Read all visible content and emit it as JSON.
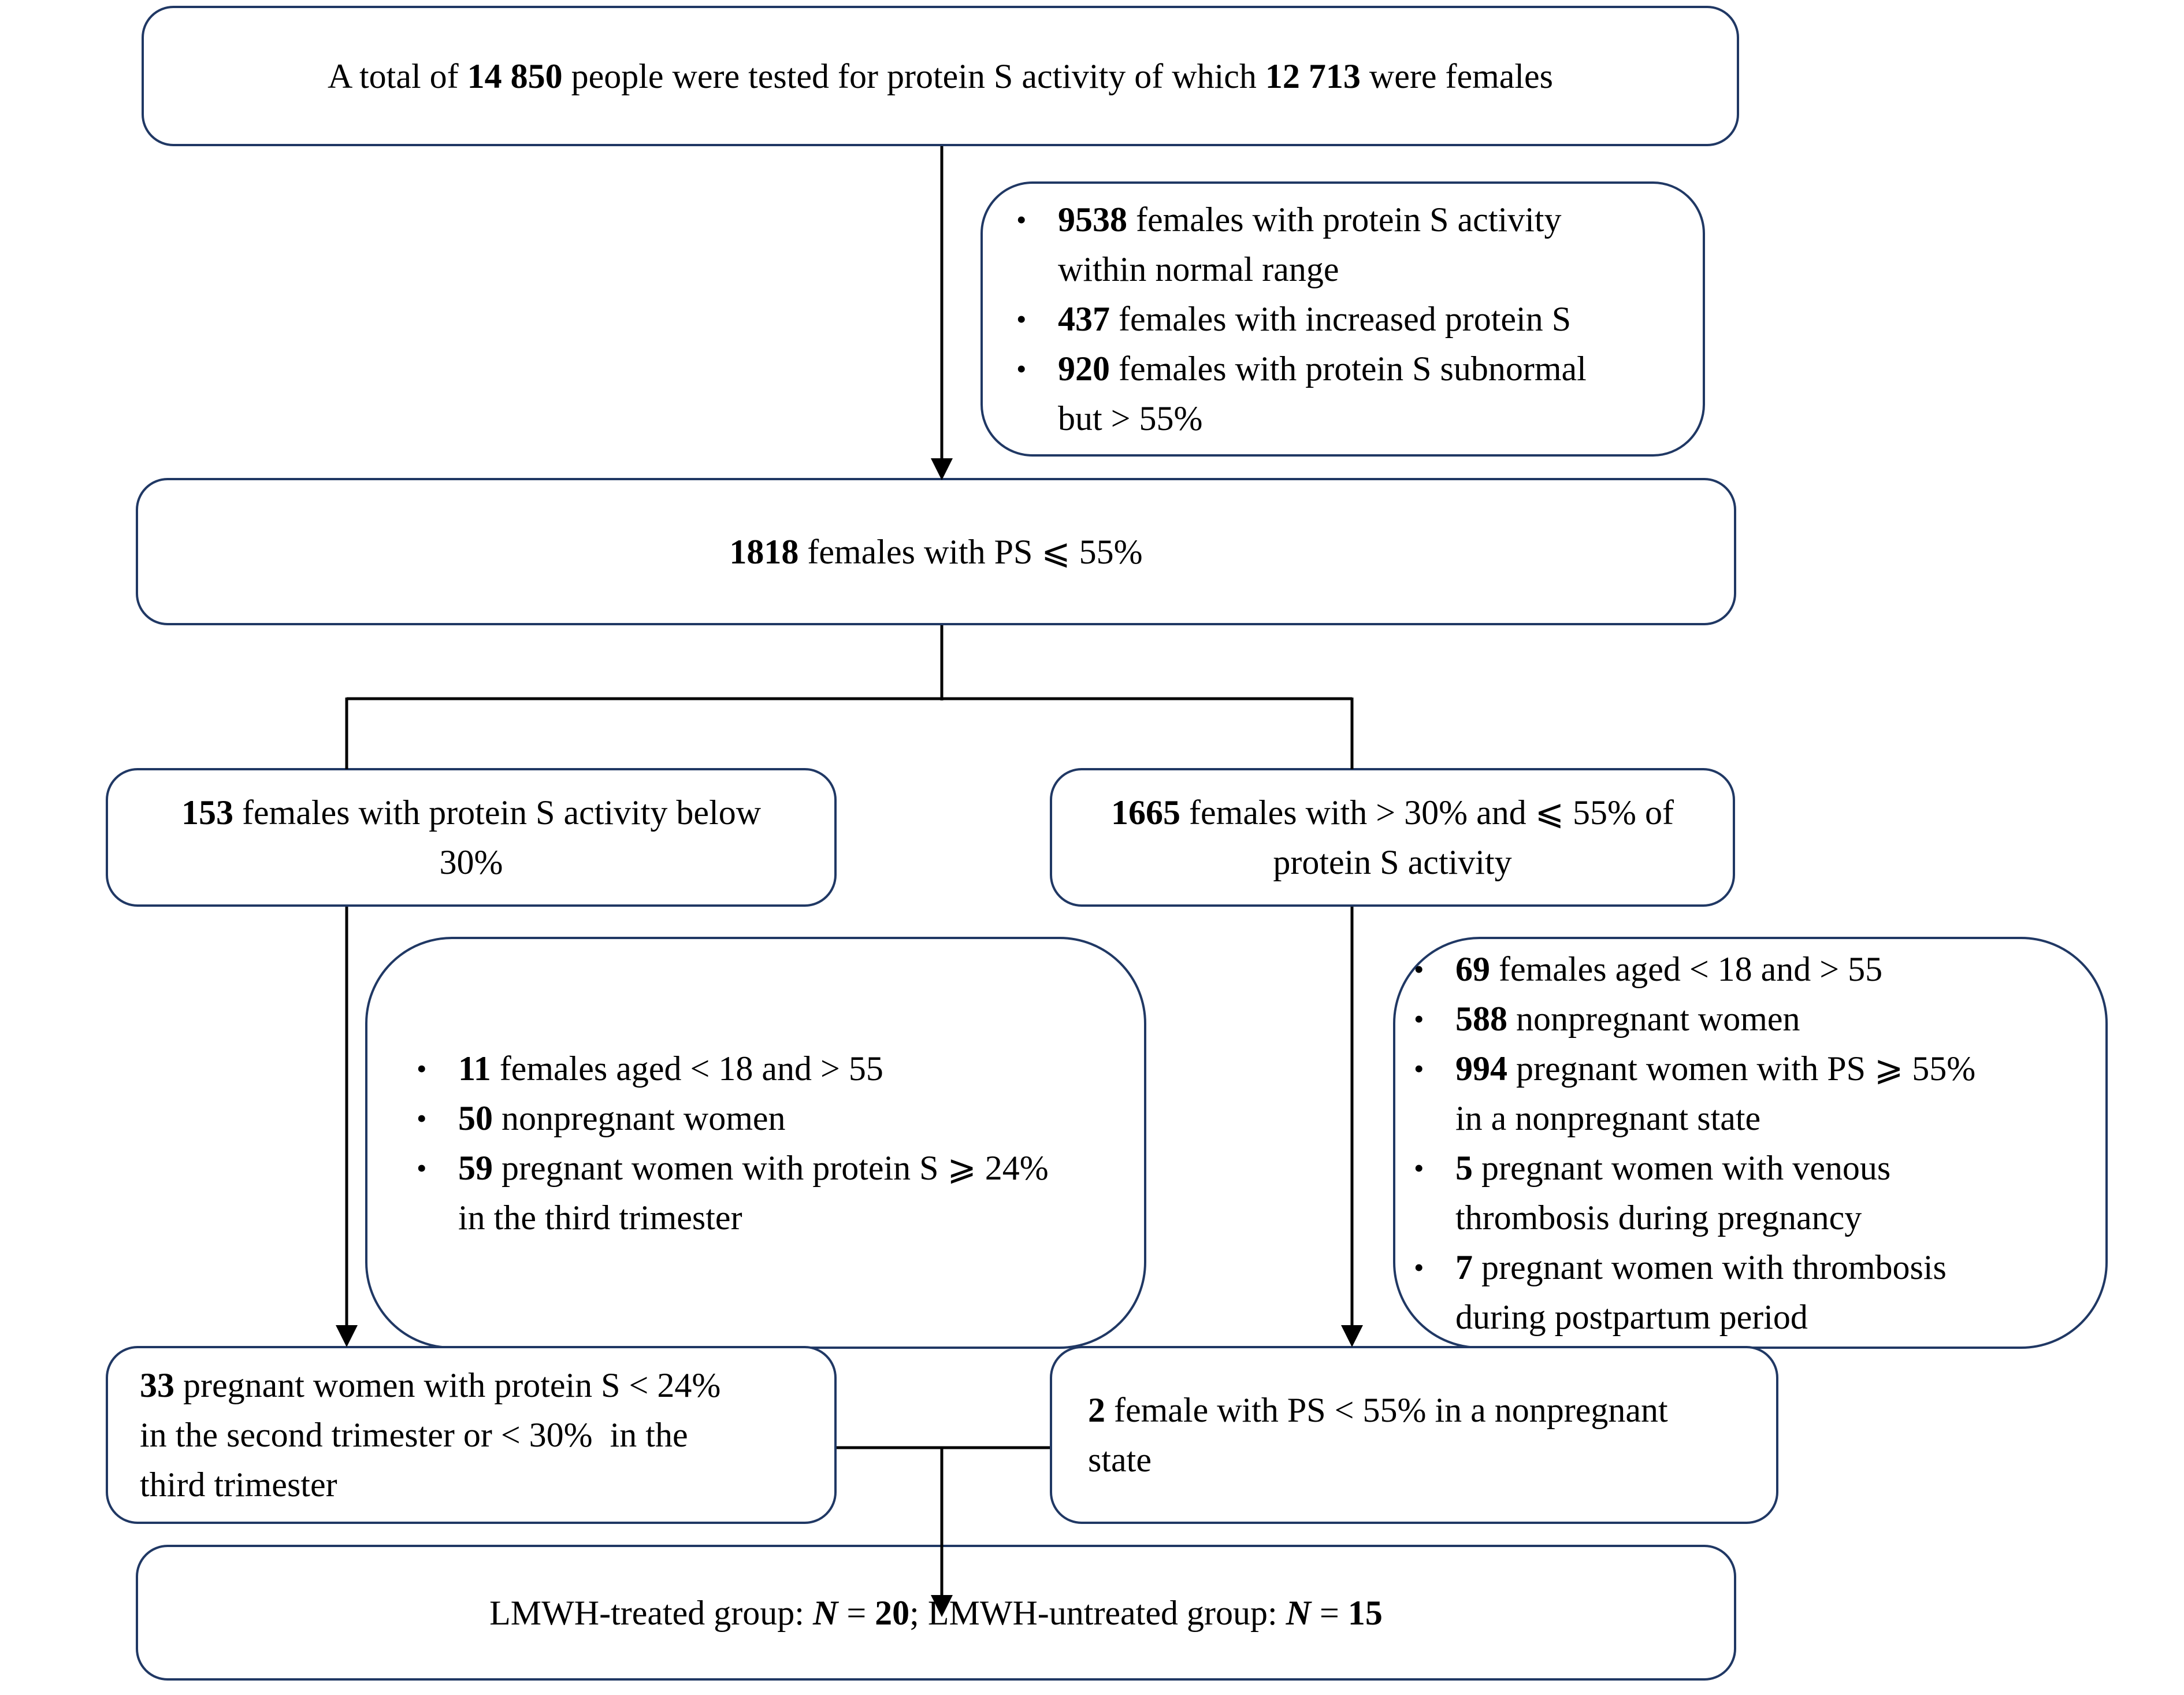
{
  "colors": {
    "box_border": "#203864",
    "connector": "#000000",
    "background": "#ffffff",
    "text": "#000000"
  },
  "bullet_char": "•",
  "boxes": {
    "top": {
      "s": [
        "A total of ",
        "14 850",
        " people were tested for protein S activity of which ",
        "12 713",
        " were females"
      ]
    },
    "excl1": {
      "items": [
        {
          "n": "9538",
          "l": [
            " females with protein S activity",
            "within normal range"
          ]
        },
        {
          "n": "437",
          "l": [
            " females with increased protein S"
          ]
        },
        {
          "n": "920",
          "l": [
            " females with protein S subnormal",
            "but > 55%"
          ]
        }
      ]
    },
    "ps55": {
      "n": "1818",
      "t": " females with PS ⩽ 55%"
    },
    "left_branch": {
      "n": "153",
      "l": [
        " females with protein S activity below",
        "30%"
      ]
    },
    "right_branch": {
      "n": "1665",
      "l": [
        " females with > 30% and ⩽ 55% of",
        "protein S activity"
      ]
    },
    "left_excl": {
      "items": [
        {
          "n": "11",
          "l": [
            " females aged < 18 and > 55"
          ]
        },
        {
          "n": "50",
          "l": [
            " nonpregnant women"
          ]
        },
        {
          "n": "59",
          "l": [
            " pregnant women with protein S ⩾ 24%",
            "in the third trimester"
          ]
        }
      ]
    },
    "right_excl": {
      "items": [
        {
          "n": "69",
          "l": [
            " females aged < 18 and > 55"
          ]
        },
        {
          "n": "588",
          "l": [
            " nonpregnant women"
          ]
        },
        {
          "n": "994",
          "l": [
            " pregnant women with PS ⩾ 55%",
            "in a nonpregnant state"
          ]
        },
        {
          "n": "5",
          "l": [
            " pregnant women with venous",
            "thrombosis during pregnancy"
          ]
        },
        {
          "n": "7",
          "l": [
            " pregnant women with thrombosis",
            "during postpartum period"
          ]
        }
      ]
    },
    "bottom_left": {
      "n": "33",
      "l": [
        " pregnant women with protein S < 24%",
        "in the second trimester or < 30%  in the",
        "third trimester"
      ]
    },
    "bottom_right": {
      "n": "2",
      "l": [
        " female with PS < 55% in a nonpregnant",
        "state"
      ]
    },
    "lmwh": {
      "s": [
        "LMWH-treated group: ",
        "N",
        " = ",
        "20",
        "; LMWH-untreated group: ",
        "N",
        " = ",
        "15"
      ]
    }
  }
}
